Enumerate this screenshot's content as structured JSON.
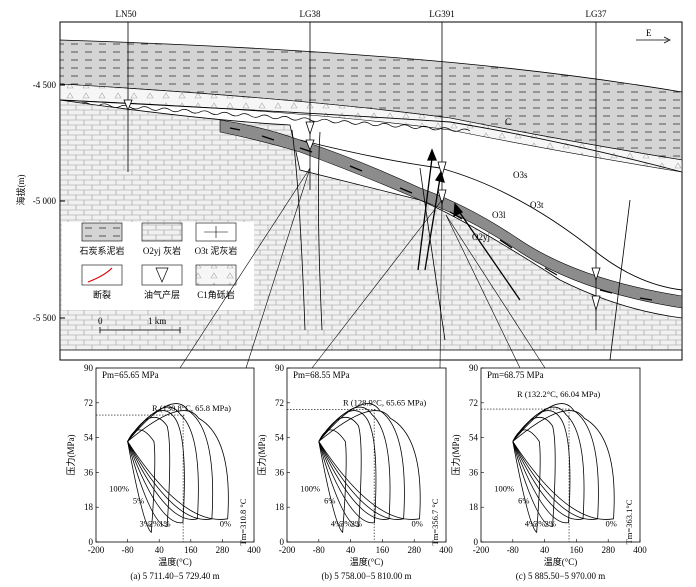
{
  "section": {
    "wells": [
      "LN50",
      "LG38",
      "LG391",
      "LG37"
    ],
    "direction": "E",
    "y_axis_label": "海拔(m)",
    "y_ticks": [
      "-4 500",
      "-5 000",
      "-5 500"
    ],
    "scale_label": "1 km",
    "scale_zero": "0",
    "strata": {
      "C": "C",
      "O3s": "O3s",
      "O3t": "O3t",
      "O3l": "O3l",
      "O2yj": "O2yj"
    }
  },
  "legend": [
    {
      "key": "mudstone",
      "label": "石炭系泥岩"
    },
    {
      "key": "limestone",
      "label": "O2yj 灰岩"
    },
    {
      "key": "marl",
      "label": "O3t 泥灰岩"
    },
    {
      "key": "fault",
      "label": "断裂"
    },
    {
      "key": "oil",
      "label": "油气产层"
    },
    {
      "key": "breccia",
      "label": "C1角砾岩"
    }
  ],
  "phase_diagrams": [
    {
      "pm_label": "Pm=65.65 MPa",
      "critical_label": "R (130.8°C, 65.8 MPa)",
      "tm_label": "Tm=310.8 °C",
      "caption": "(a)  5 711.40−5 729.40 m",
      "lines": [
        "100%",
        "5%",
        "3%",
        "2%",
        "1%",
        "0%"
      ]
    },
    {
      "pm_label": "Pm=68.55 MPa",
      "critical_label": "R (128.9°C, 65.65 MPa)",
      "tm_label": "Tm=356.7 °C",
      "caption": "(b)  5 758.00−5 810.00 m",
      "lines": [
        "100%",
        "6%",
        "4%",
        "3%",
        "2%",
        "0%"
      ]
    },
    {
      "pm_label": "Pm=68.75 MPa",
      "critical_label": "R (132.2°C, 66.04 MPa)",
      "tm_label": "Tm=363.1°C",
      "caption": "(c)  5 885.50−5 970.00 m",
      "lines": [
        "100%",
        "6%",
        "4%",
        "3%",
        "2%",
        "0%"
      ]
    }
  ],
  "axes": {
    "y_label": "压力(MPa)",
    "x_label": "温度(°C)",
    "y_ticks": [
      "90",
      "72",
      "54",
      "36",
      "18",
      "0"
    ],
    "x_ticks": [
      "-200",
      "-80",
      "40",
      "160",
      "280",
      "400"
    ]
  }
}
